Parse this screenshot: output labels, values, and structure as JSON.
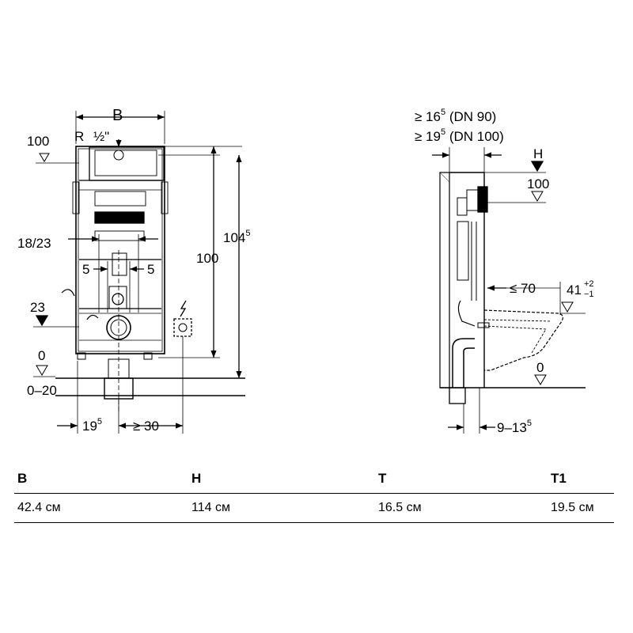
{
  "front_view": {
    "width_label": "B",
    "pipe_label_R": "R",
    "pipe_label_size": "½\"",
    "label_100_left": "100",
    "label_1045_main": "104",
    "label_1045_sup": "5",
    "label_100_mid": "100",
    "label_18_23": "18/23",
    "label_5_left": "5",
    "label_5_right": "5",
    "label_23": "23",
    "label_0": "0",
    "label_0_20": "0–20",
    "label_195_main": "19",
    "label_195_sup": "5",
    "label_ge30": "≥ 30"
  },
  "side_view": {
    "depth_dn90_pre": "≥ 16",
    "depth_dn90_sup": "5",
    "depth_dn90_post": " (DN 90)",
    "depth_dn100_pre": "≥ 19",
    "depth_dn100_sup": "5",
    "depth_dn100_post": " (DN 100)",
    "label_H": "H",
    "label_100": "100",
    "label_le70": "≤ 70",
    "label_41_main": "41",
    "label_41_plus": "+2",
    "label_41_minus": "−1",
    "label_0": "0",
    "label_9_13_main": "9–13",
    "label_9_13_sup": "5"
  },
  "spec_table": {
    "headers": [
      "B",
      "H",
      "T",
      "T1"
    ],
    "values": [
      "42.4 см",
      "114 см",
      "16.5 см",
      "19.5 см"
    ]
  }
}
